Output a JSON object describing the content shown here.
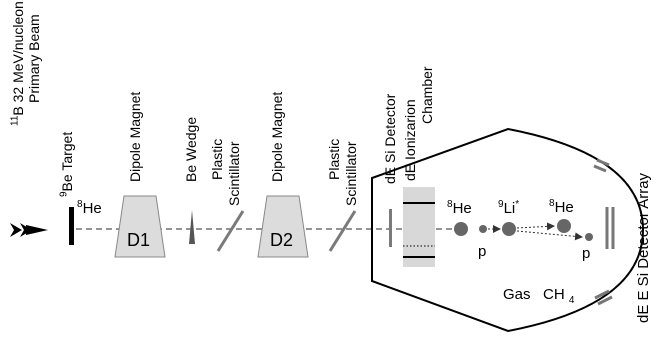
{
  "labels": {
    "primary_beam_line1_mass": "11",
    "primary_beam_line1_text": "B 32 MeV/nucleon",
    "primary_beam_line2": "Primary Beam",
    "be_target_mass": "9",
    "be_target_text": "Be Target",
    "dipole_magnet_1": "Dipole Magnet",
    "be_wedge": "Be Wedge",
    "plastic_scint_1_line1": "Plastic",
    "plastic_scint_1_line2": "Scintillator",
    "dipole_magnet_2": "Dipole Magnet",
    "plastic_scint_2_line1": "Plastic",
    "plastic_scint_2_line2": "Scintillator",
    "de_si_detector": "dE Si Detector",
    "ion_chamber_line1": "dE Ionizarion",
    "ion_chamber_line2": "Chamber",
    "array_label": "dE E Si Detector Array"
  },
  "beam": {
    "he8_mass": "8",
    "he8_text": "He"
  },
  "magnets": {
    "d1": "D1",
    "d2": "D2"
  },
  "chamber": {
    "he8_in_mass": "8",
    "he8_in_text": "He",
    "p1": "p",
    "li9_mass": "9",
    "li9_text": "Li",
    "li9_star": "*",
    "he8_out_mass": "8",
    "he8_out_text": "He",
    "p2": "p",
    "gas_text": "Gas",
    "gas_formula": "CH",
    "gas_sub": "4"
  },
  "colors": {
    "beam_line": "#555555",
    "magnet_fill": "#dcdcdc",
    "magnet_stroke": "#888888",
    "grey_element": "#7a7a7a",
    "ball": "#666666",
    "chamber_band": "#d8d8d8",
    "array_bar": "#777777"
  }
}
